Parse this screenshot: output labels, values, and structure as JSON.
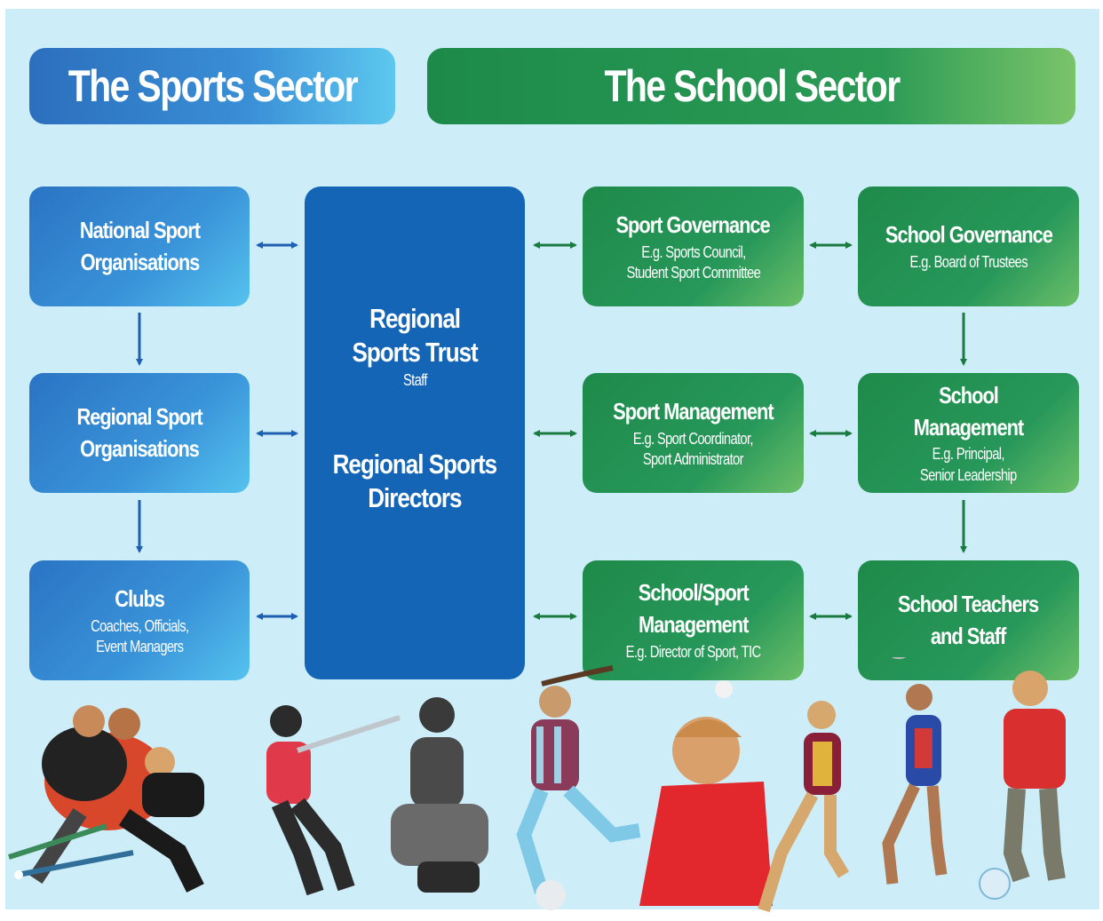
{
  "headers": {
    "sports": "The Sports Sector",
    "school": "The School Sector"
  },
  "sports_sector": {
    "national": {
      "title": "National Sport\nOrganisations"
    },
    "regional": {
      "title": "Regional Sport\nOrganisations"
    },
    "clubs": {
      "title": "Clubs",
      "subtitle": "Coaches, Officials,\nEvent Managers"
    }
  },
  "regional_sports_trust": {
    "title": "Regional\nSports Trust",
    "subtitle": "Staff",
    "directors": "Regional Sports\nDirectors"
  },
  "school_sector": {
    "sport_governance": {
      "title": "Sport Governance",
      "subtitle": "E.g. Sports Council,\nStudent Sport Committee"
    },
    "school_governance": {
      "title": "School Governance",
      "subtitle": "E.g. Board of Trustees"
    },
    "sport_management": {
      "title": "Sport Management",
      "subtitle": "E.g. Sport Coordinator,\nSport Administrator"
    },
    "school_management": {
      "title": "School Management",
      "subtitle": "E.g. Principal,\nSenior Leadership"
    },
    "school_sport_management": {
      "title": "School/Sport\nManagement",
      "subtitle": "E.g. Director of Sport, TIC"
    },
    "school_teachers": {
      "title": "School Teachers\nand Staff"
    }
  },
  "colors": {
    "background": "#cdeef9",
    "sports_blue": "#2a74c4",
    "trust_navy": "#1565b7",
    "school_green": "#1e8a4a",
    "arrow_blue": "#1f5fb0",
    "arrow_green": "#1b7a3f"
  },
  "photo_strip": {
    "depicts": [
      "hockey-players",
      "softball-batter",
      "softball-catcher",
      "football-player",
      "cricket-girl",
      "netball-players",
      "boy-with-ball"
    ]
  }
}
